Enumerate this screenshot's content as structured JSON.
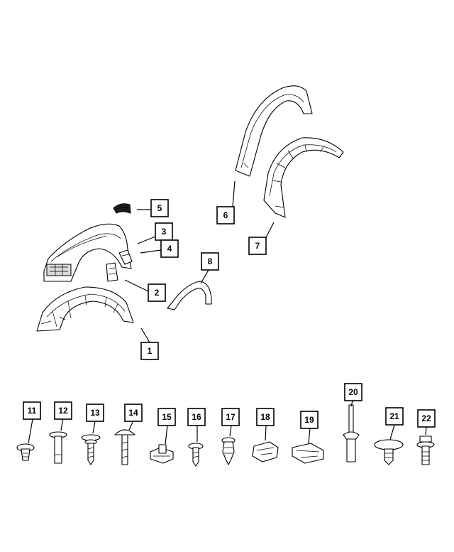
{
  "callouts": {
    "c1": "1",
    "c2": "2",
    "c3": "3",
    "c4": "4",
    "c5": "5",
    "c6": "6",
    "c7": "7",
    "c8": "8",
    "c11": "11",
    "c12": "12",
    "c13": "13",
    "c14": "14",
    "c15": "15",
    "c16": "16",
    "c17": "17",
    "c18": "18",
    "c19": "19",
    "c20": "20",
    "c21": "21",
    "c22": "22"
  }
}
